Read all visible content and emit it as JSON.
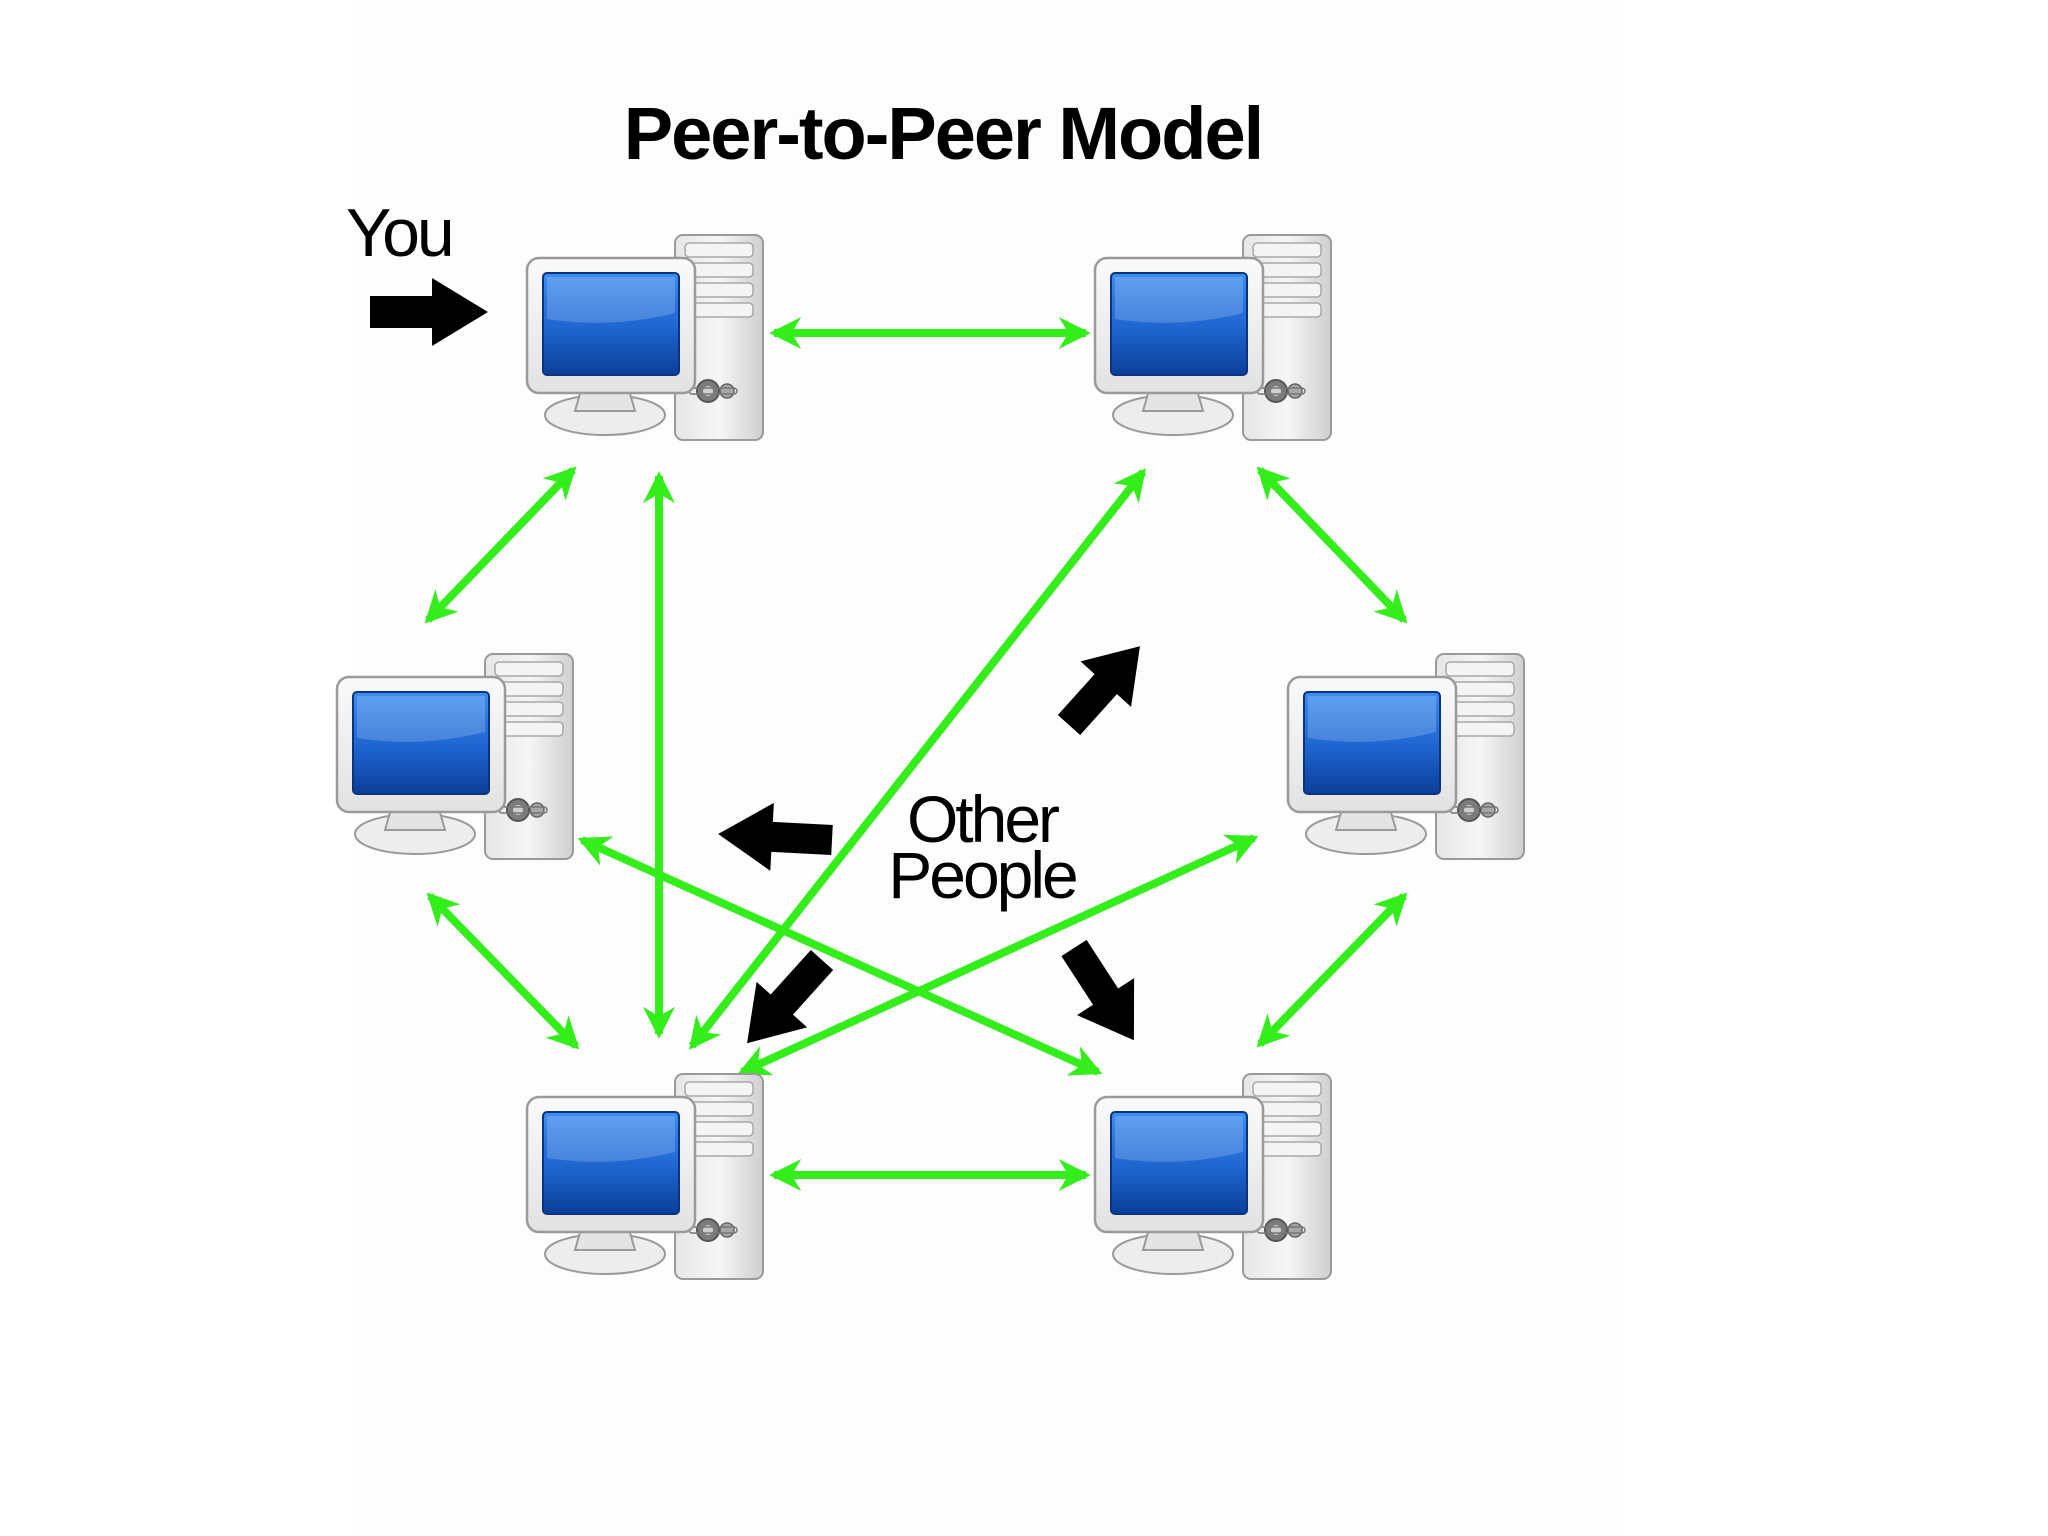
{
  "diagram": {
    "title": "Peer-to-Peer Model",
    "you_label": "You",
    "others_label_line1": "Other",
    "others_label_line2": "People",
    "nodes": [
      "peer-top-left",
      "peer-top-right",
      "peer-middle-left",
      "peer-middle-right",
      "peer-bottom-left",
      "peer-bottom-right"
    ],
    "connection_color": "#33ee1a",
    "pointer_color": "#000000",
    "screen_color": "#1f6fd6"
  }
}
